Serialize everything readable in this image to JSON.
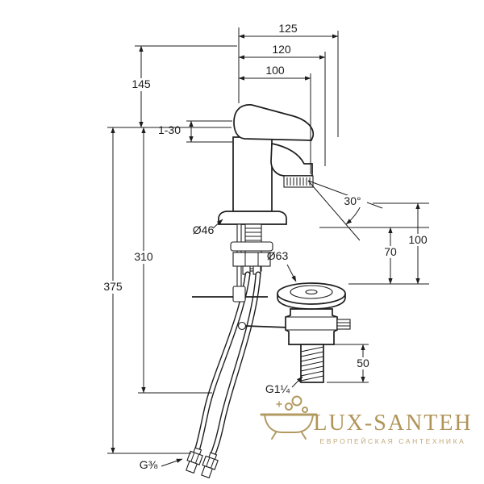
{
  "page": {
    "background": "#ffffff",
    "line_color": "#1d1d1d",
    "subject": "Basin mixer faucet with pop-up waste — dimensional technical drawing"
  },
  "drawing": {
    "dims": {
      "d125": "125",
      "d120": "120",
      "d100_top": "100",
      "d145": "145",
      "d1_30": "1-30",
      "d46": "Ø46",
      "d310": "310",
      "d375": "375",
      "d30deg": "30°",
      "d70": "70",
      "d100_right": "100",
      "d63": "Ø63",
      "d50": "50",
      "g114": "G1¼",
      "g38": "G⅜"
    }
  },
  "watermark": {
    "brand": "LUX-SANTEH",
    "tagline": "ЕВРОПЕЙСКАЯ САНТЕХНИКА",
    "color": "#b29a62"
  }
}
